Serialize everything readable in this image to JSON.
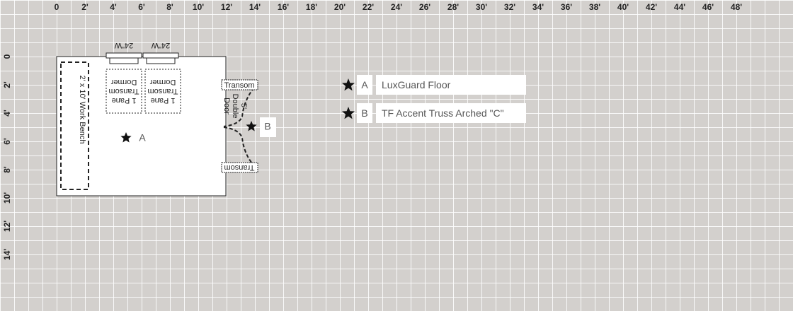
{
  "ruler": {
    "x_labels": [
      "0",
      "2'",
      "4'",
      "6'",
      "8'",
      "10'",
      "12'",
      "14'",
      "16'",
      "18'",
      "20'",
      "22'",
      "24'",
      "26'",
      "28'",
      "30'",
      "32'",
      "34'",
      "36'",
      "38'",
      "40'",
      "42'",
      "44'",
      "46'",
      "48'"
    ],
    "y_labels": [
      "0",
      "2'",
      "4'",
      "6'",
      "8'",
      "10'",
      "12'",
      "14'"
    ]
  },
  "plan": {
    "windows": [
      {
        "label": "24\"W"
      },
      {
        "label": "24\"W"
      }
    ],
    "dormers": [
      {
        "line1": "1 Pane",
        "line2": "Transom",
        "line3": "Dormer"
      },
      {
        "line1": "1 Pane",
        "line2": "Transom",
        "line3": "Dormer"
      }
    ],
    "workbench_label": "2' x 10' Work Bench",
    "door_label_1": "5'",
    "door_label_2": "Double",
    "door_label_3": "Door",
    "transom_top": "Transom",
    "transom_bottom": "Transom",
    "marker_a": "A",
    "marker_b": "B"
  },
  "legend": {
    "items": [
      {
        "key": "A",
        "label": "LuxGuard Floor"
      },
      {
        "key": "B",
        "label": "TF Accent Truss Arched \"C\""
      }
    ]
  },
  "colors": {
    "background": "#d3d0cd",
    "grid_line": "#ffffff",
    "building_fill": "#ffffff",
    "outline": "#222222"
  }
}
